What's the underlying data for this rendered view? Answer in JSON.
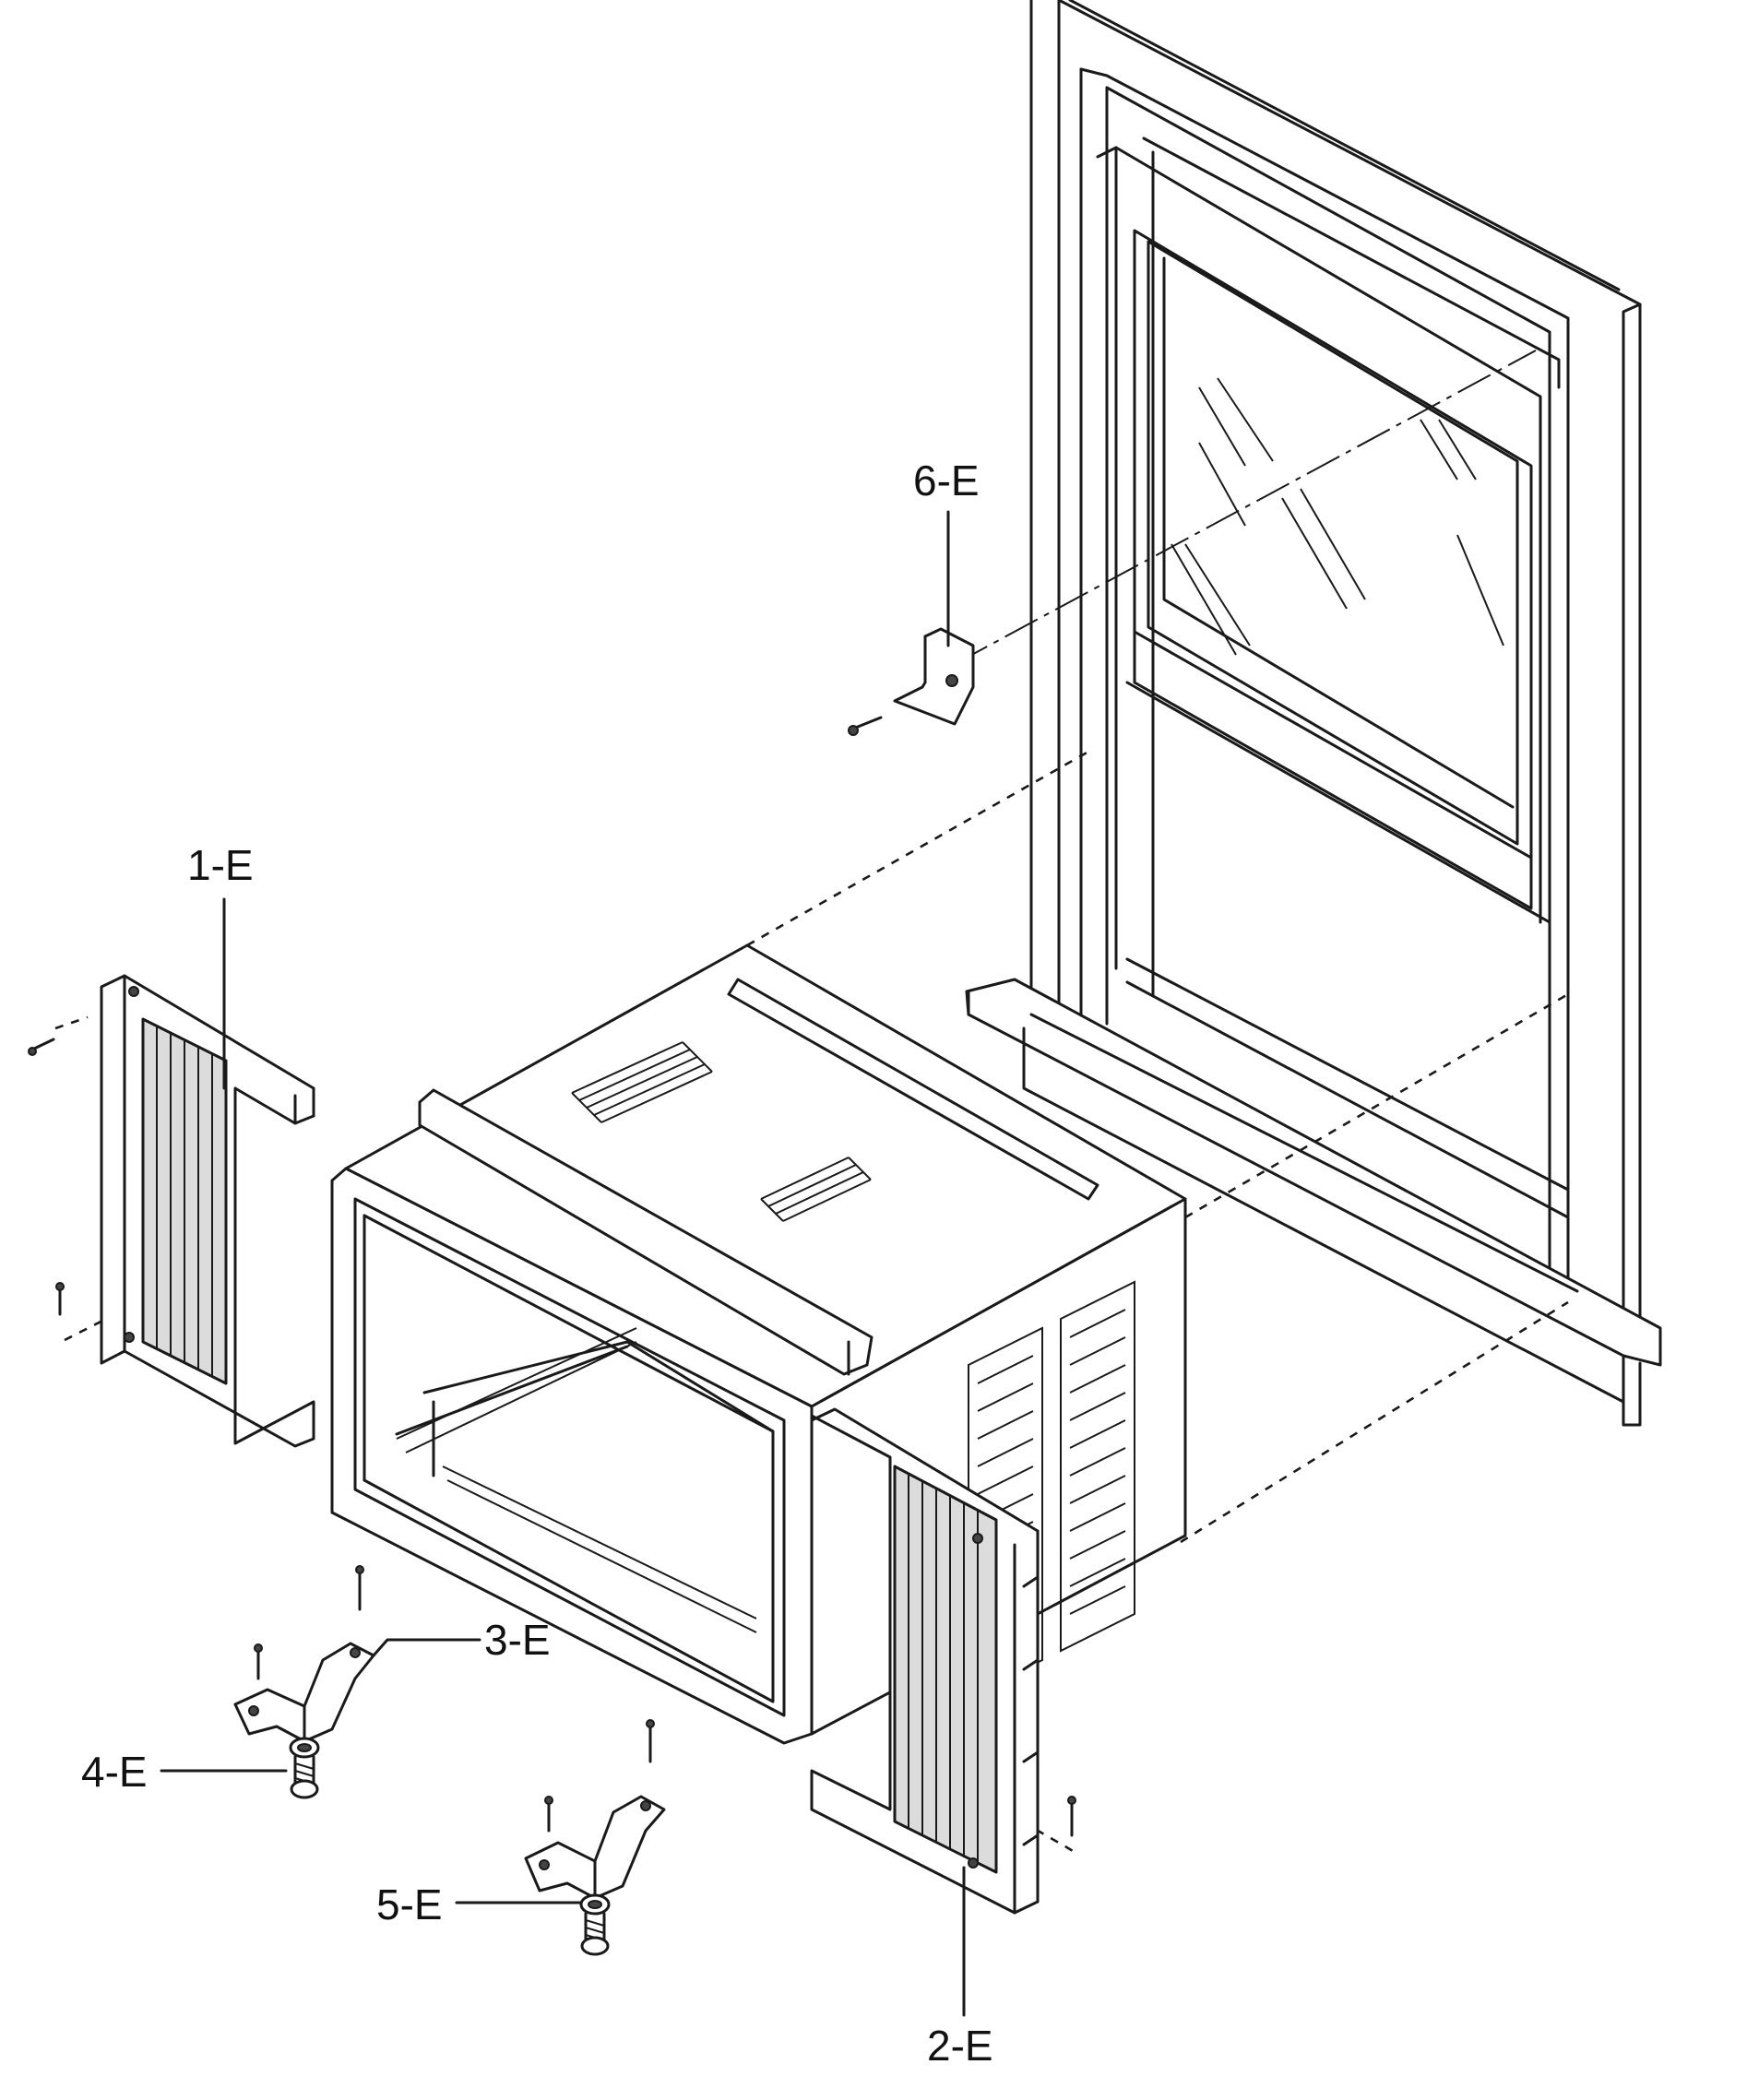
{
  "labels": {
    "l1": "1-E",
    "l2": "2-E",
    "l3": "3-E",
    "l4": "4-E",
    "l5": "5-E",
    "l6": "6-E"
  }
}
